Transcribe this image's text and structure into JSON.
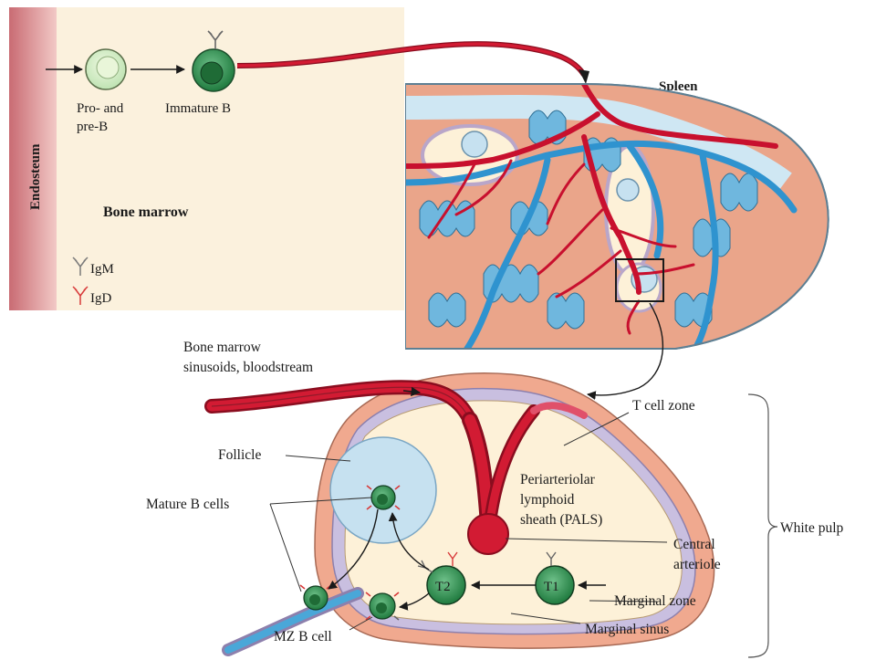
{
  "bone_marrow": {
    "endosteum_label": "Endosteum",
    "title": "Bone marrow",
    "pro_pre_b_line1": "Pro- and",
    "pro_pre_b_line2": "pre-B",
    "immature_b": "Immature B",
    "legend": [
      {
        "label": "IgM",
        "color": "#7a7a7a",
        "icon": "antibody-icon"
      },
      {
        "label": "IgD",
        "color": "#d83a3a",
        "icon": "antibody-icon"
      }
    ]
  },
  "spleen": {
    "title": "Spleen"
  },
  "white_pulp": {
    "route_line1": "Bone marrow",
    "route_line2": "sinusoids, bloodstream",
    "t_cell_zone": "T cell zone",
    "follicle": "Follicle",
    "mature_b_cells": "Mature B cells",
    "pals_line1": "Periarteriolar",
    "pals_line2": "lymphoid",
    "pals_line3": "sheath (PALS)",
    "central_line1": "Central",
    "central_line2": "arteriole",
    "white_pulp": "White pulp",
    "marginal_zone": "Marginal zone",
    "marginal_sinus": "Marginal sinus",
    "mz_b_cell": "MZ B cell",
    "t1": "T1",
    "t2": "T2"
  },
  "colors": {
    "marrow_bg": "#fbf1dd",
    "endosteum": "#d98a8e",
    "artery": "#c8102e",
    "sinus_blue": "#4aa7d8",
    "tissue_salmon": "#eaa58a",
    "pulp_cream": "#fdf1d8",
    "follicle_blue": "#c6e1f0",
    "cell_green": "#2f8f4e"
  }
}
